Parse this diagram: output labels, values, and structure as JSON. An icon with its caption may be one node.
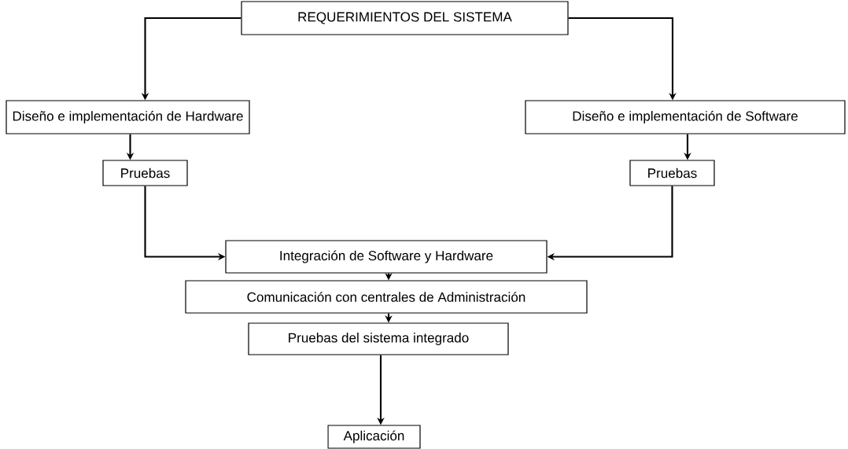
{
  "diagram": {
    "nodes": [
      {
        "text": [
          "REQUERIMIENTOS DEL SISTEMA"
        ]
      },
      {
        "text": [
          "Diseño e implementación de Hardware"
        ]
      },
      {
        "text": [
          "Diseño e implementación de Software"
        ]
      },
      {
        "text": [
          "Pruebas"
        ]
      },
      {
        "text": [
          "Pruebas"
        ]
      },
      {
        "text": [
          "Integración de Software y Hardware"
        ]
      },
      {
        "text": [
          "Comunicación con centrales de Administración"
        ]
      },
      {
        "text": [
          "Pruebas del sistema integrado"
        ]
      },
      {
        "text": [
          "Aplicación"
        ]
      }
    ],
    "edges": [
      {
        "from": 0,
        "to": 1,
        "arrow": "to"
      },
      {
        "from": 0,
        "to": 2,
        "arrow": "to"
      },
      {
        "from": 1,
        "to": 3,
        "arrow": "to"
      },
      {
        "from": 2,
        "to": 4,
        "arrow": "to"
      },
      {
        "from": 3,
        "to": 5,
        "arrow": "to"
      },
      {
        "from": 4,
        "to": 5,
        "arrow": "to"
      },
      {
        "from": 5,
        "to": 6,
        "arrow": "to"
      },
      {
        "from": 6,
        "to": 7,
        "arrow": "to"
      },
      {
        "from": 7,
        "to": 8,
        "arrow": "to"
      }
    ]
  }
}
